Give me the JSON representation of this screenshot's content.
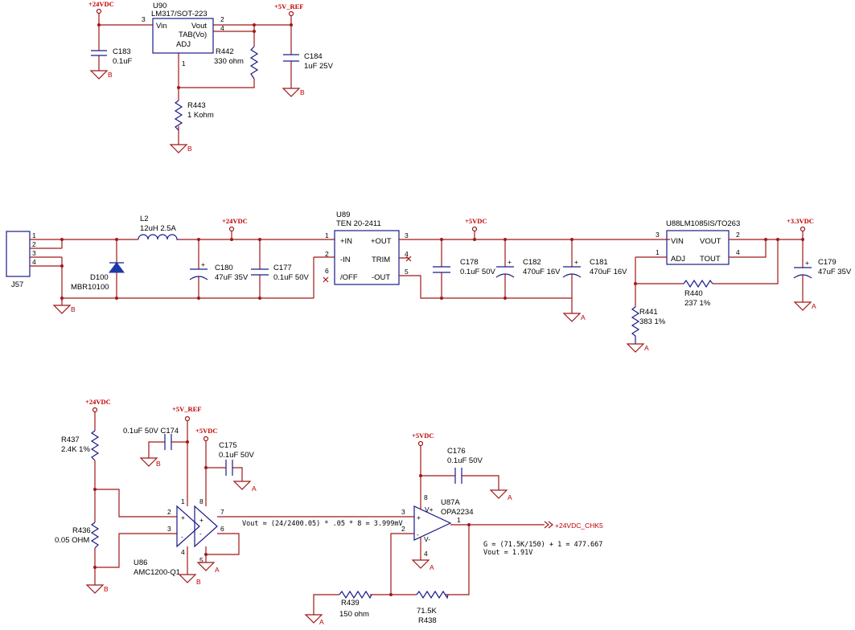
{
  "power_labels": {
    "v24_a": "+24VDC",
    "v5ref_a": "+5V_REF",
    "v24_b": "+24VDC",
    "v5_a": "+5VDC",
    "v33": "+3.3VDC",
    "v24_c": "+24VDC",
    "v5ref_b": "+5V_REF",
    "v5_b": "+5VDC",
    "v5_c": "+5VDC"
  },
  "grounds": {
    "b": "B",
    "a": "A"
  },
  "net_label": "+24VDC_CHK5",
  "section1": {
    "u90": {
      "ref": "U90",
      "part": "LM317/SOT-223",
      "vin": "Vin",
      "vout": "Vout",
      "tab": "TAB(Vo)",
      "adj": "ADJ"
    },
    "pins": {
      "p3": "3",
      "p2": "2",
      "p4": "4",
      "p1": "1"
    },
    "c183": {
      "ref": "C183",
      "val": "0.1uF"
    },
    "r442": {
      "ref": "R442",
      "val": "330 ohm"
    },
    "c184": {
      "ref": "C184",
      "val": "1uF  25V"
    },
    "r443": {
      "ref": "R443",
      "val": "1 Kohm"
    }
  },
  "section2": {
    "j57": {
      "ref": "J57",
      "pins": [
        "1",
        "2",
        "3",
        "4"
      ]
    },
    "l2": {
      "ref": "L2",
      "val": "12uH 2.5A"
    },
    "d100": {
      "ref": "D100",
      "part": "MBR10100"
    },
    "c180": {
      "ref": "C180",
      "val": "47uF 35V"
    },
    "c177": {
      "ref": "C177",
      "val": "0.1uF 50V"
    },
    "u89": {
      "ref": "U89",
      "part": "TEN 20-2411",
      "pin_in_p": "+IN",
      "pin_in_n": "-IN",
      "pin_off": "/OFF",
      "pin_out_p": "+OUT",
      "pin_trim": "TRIM",
      "pin_out_n": "-OUT",
      "n1": "1",
      "n2": "2",
      "n6": "6",
      "n3": "3",
      "n4": "4",
      "n5": "5"
    },
    "c178": {
      "ref": "C178",
      "val": "0.1uF 50V"
    },
    "c182": {
      "ref": "C182",
      "val": "470uF 16V"
    },
    "c181": {
      "ref": "C181",
      "val": "470uF 16V"
    },
    "u88": {
      "ref": "U88LM1085IS/TO263",
      "vin": "VIN",
      "adj": "ADJ",
      "vout": "VOUT",
      "tout": "TOUT",
      "n3": "3",
      "n1": "1",
      "n2": "2",
      "n4": "4"
    },
    "r440": {
      "ref": "R440",
      "val": "237 1%"
    },
    "r441": {
      "ref": "R441",
      "val": "383 1%"
    },
    "c179": {
      "ref": "C179",
      "val": "47uF 35V"
    }
  },
  "section3": {
    "r437": {
      "ref": "R437",
      "val": "2.4K 1%"
    },
    "r436": {
      "ref": "R436",
      "val": "0.05 OHM"
    },
    "c174": {
      "label": "0.1uF 50V C174"
    },
    "c175": {
      "ref": "C175",
      "val": "0.1uF 50V"
    },
    "u86": {
      "ref": "U86",
      "part": "AMC1200-Q1",
      "n1": "1",
      "n2": "2",
      "n3": "3",
      "n4": "4",
      "n5": "5",
      "n6": "6",
      "n7": "7",
      "n8": "8"
    },
    "formula_vout": "Vout = (24/2400.05) * .05 * 8 = 3.999mV",
    "u87": {
      "ref": "U87A",
      "part": "OPA2234",
      "n8": "8",
      "n3": "3",
      "n2": "2",
      "n4": "4",
      "n1": "1",
      "vp": "V+",
      "vm": "V-"
    },
    "c176": {
      "ref": "C176",
      "val": "0.1uF 50V"
    },
    "gain_formula": "G = (71.5K/150) + 1 = 477.667",
    "gain_vout": "Vout = 1.91V",
    "r439": {
      "ref": "R439",
      "val": "150 ohm"
    },
    "r438": {
      "ref": "R438",
      "val": "71.5K"
    }
  }
}
